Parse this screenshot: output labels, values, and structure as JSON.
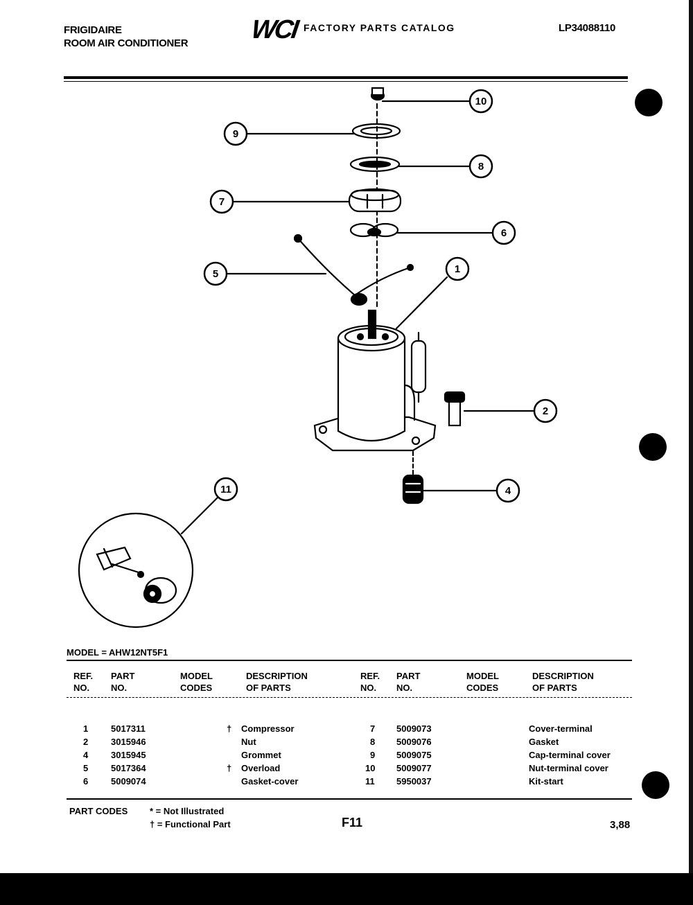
{
  "header": {
    "brand": "FRIGIDAIRE",
    "product": "ROOM AIR CONDITIONER",
    "logo": "WCI",
    "catalog_title": "FACTORY PARTS CATALOG",
    "catalog_number": "LP34088110"
  },
  "diagram": {
    "callouts": [
      "10",
      "9",
      "8",
      "7",
      "6",
      "5",
      "1",
      "2",
      "4",
      "11"
    ]
  },
  "model": "MODEL = AHW12NT5F1",
  "table": {
    "headers": [
      "REF.\nNO.",
      "PART\nNO.",
      "MODEL\nCODES",
      "DESCRIPTION\nOF PARTS"
    ],
    "left_rows": [
      {
        "ref": "1",
        "part": "5017311",
        "code": "†",
        "desc": "Compressor"
      },
      {
        "ref": "2",
        "part": "3015946",
        "code": "",
        "desc": "Nut"
      },
      {
        "ref": "4",
        "part": "3015945",
        "code": "",
        "desc": "Grommet"
      },
      {
        "ref": "5",
        "part": "5017364",
        "code": "†",
        "desc": "Overload"
      },
      {
        "ref": "6",
        "part": "5009074",
        "code": "",
        "desc": "Gasket-cover"
      }
    ],
    "right_rows": [
      {
        "ref": "7",
        "part": "5009073",
        "code": "",
        "desc": "Cover-terminal"
      },
      {
        "ref": "8",
        "part": "5009076",
        "code": "",
        "desc": "Gasket"
      },
      {
        "ref": "9",
        "part": "5009075",
        "code": "",
        "desc": "Cap-terminal cover"
      },
      {
        "ref": "10",
        "part": "5009077",
        "code": "",
        "desc": "Nut-terminal cover"
      },
      {
        "ref": "11",
        "part": "5950037",
        "code": "",
        "desc": "Kit-start"
      }
    ]
  },
  "footer": {
    "part_codes_label": "PART CODES",
    "note_not_illustrated": "* = Not Illustrated",
    "note_functional": "† = Functional Part",
    "page_code": "F11",
    "date": "3,88"
  }
}
